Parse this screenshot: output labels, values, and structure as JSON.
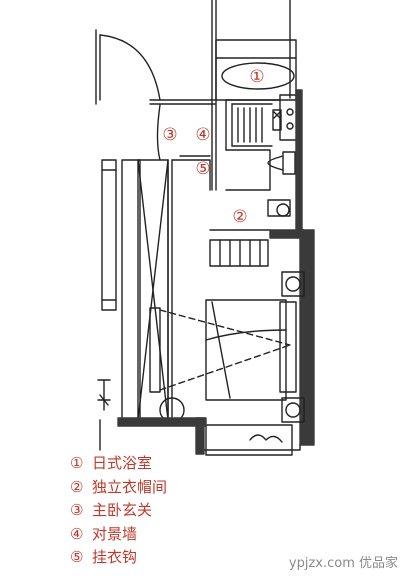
{
  "plan": {
    "markers": [
      {
        "id": "1",
        "symbol": "①"
      },
      {
        "id": "2",
        "symbol": "②"
      },
      {
        "id": "3",
        "symbol": "③"
      },
      {
        "id": "4",
        "symbol": "④"
      },
      {
        "id": "5",
        "symbol": "⑤"
      }
    ],
    "marker_color": "#c0392b"
  },
  "legend": [
    {
      "symbol": "①",
      "text": "日式浴室"
    },
    {
      "symbol": "②",
      "text": "独立衣帽间"
    },
    {
      "symbol": "③",
      "text": "主卧玄关"
    },
    {
      "symbol": "④",
      "text": "对景墙"
    },
    {
      "symbol": "⑤",
      "text": "挂衣钩"
    }
  ],
  "watermark": "ypjzx.com 优品家"
}
